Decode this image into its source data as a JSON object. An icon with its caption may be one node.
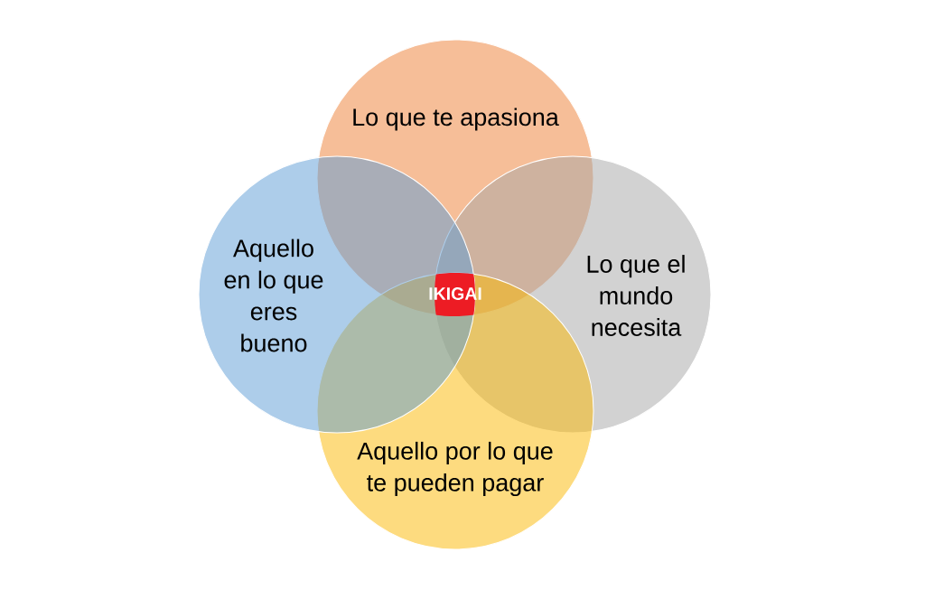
{
  "diagram": {
    "nodes": [
      {
        "text": [
          "Lo que te apasiona"
        ]
      },
      {
        "text": [
          "Aquello en lo que eres bueno"
        ]
      },
      {
        "text": [
          "Lo que el mundo necesita"
        ]
      },
      {
        "text": [
          "Aquello por lo que te pueden pagar"
        ]
      },
      {
        "text": [
          "IKIGAI"
        ]
      }
    ]
  }
}
